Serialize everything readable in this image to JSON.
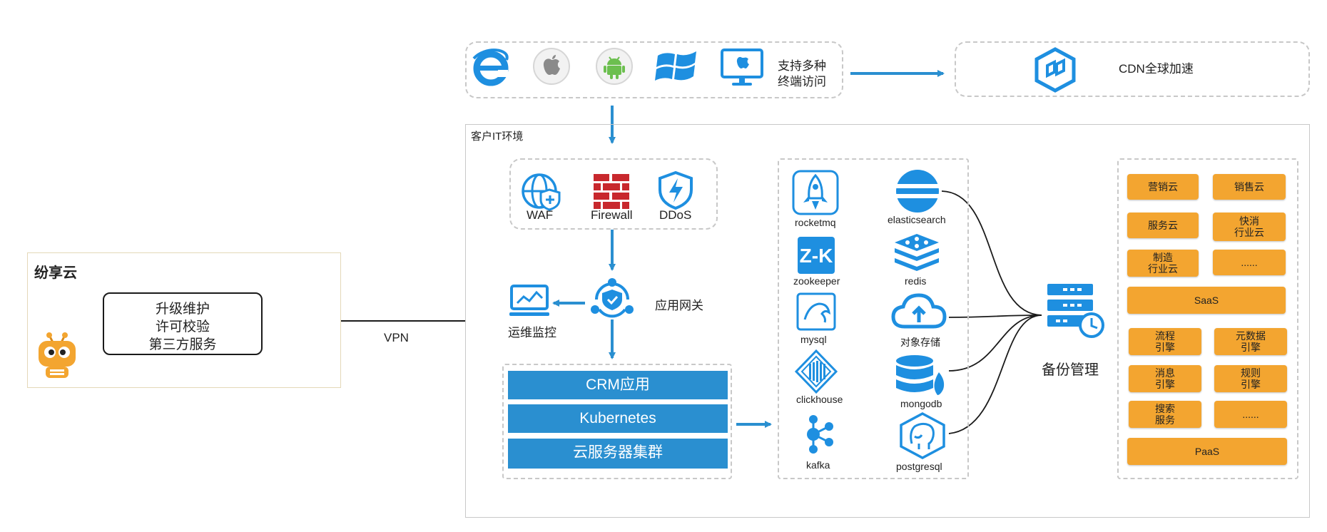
{
  "colors": {
    "accent_blue": "#2a8fd0",
    "orange": "#f3a530",
    "red": "#c8282d",
    "line": "#1a1a1a"
  },
  "client_access": {
    "label_line1": "支持多种",
    "label_line2": "终端访问",
    "icons": [
      "ie-browser-icon",
      "apple-icon",
      "android-icon",
      "windows-icon",
      "mac-monitor-icon"
    ]
  },
  "cdn": {
    "label": "CDN全球加速",
    "icon": "cdn-cube-icon"
  },
  "customer_env": {
    "label": "客户IT环境"
  },
  "security": {
    "waf": "WAF",
    "firewall": "Firewall",
    "ddos": "DDoS"
  },
  "gateway": {
    "label": "应用网关",
    "monitor": "运维监控"
  },
  "stack": {
    "crm": "CRM应用",
    "k8s": "Kubernetes",
    "cluster": "云服务器集群"
  },
  "middleware": {
    "left": [
      "rocketmq",
      "zookeeper",
      "mysql",
      "clickhouse",
      "kafka"
    ],
    "right": [
      "elasticsearch",
      "redis",
      "对象存储",
      "mongodb",
      "postgresql"
    ]
  },
  "backup": {
    "label": "备份管理"
  },
  "services": {
    "saas_grid": [
      "营销云",
      "销售云",
      "服务云",
      "快消\n行业云",
      "制造\n行业云",
      "......"
    ],
    "saas": "SaaS",
    "paas_grid": [
      "流程\n引擎",
      "元数据\n引擎",
      "消息\n引擎",
      "规则\n引擎",
      "搜索\n服务",
      "......"
    ],
    "paas": "PaaS"
  },
  "fenxiang": {
    "title": "纷享云",
    "line1": "升级维护",
    "line2": "许可校验",
    "line3": "第三方服务"
  },
  "vpn": {
    "label": "VPN"
  }
}
